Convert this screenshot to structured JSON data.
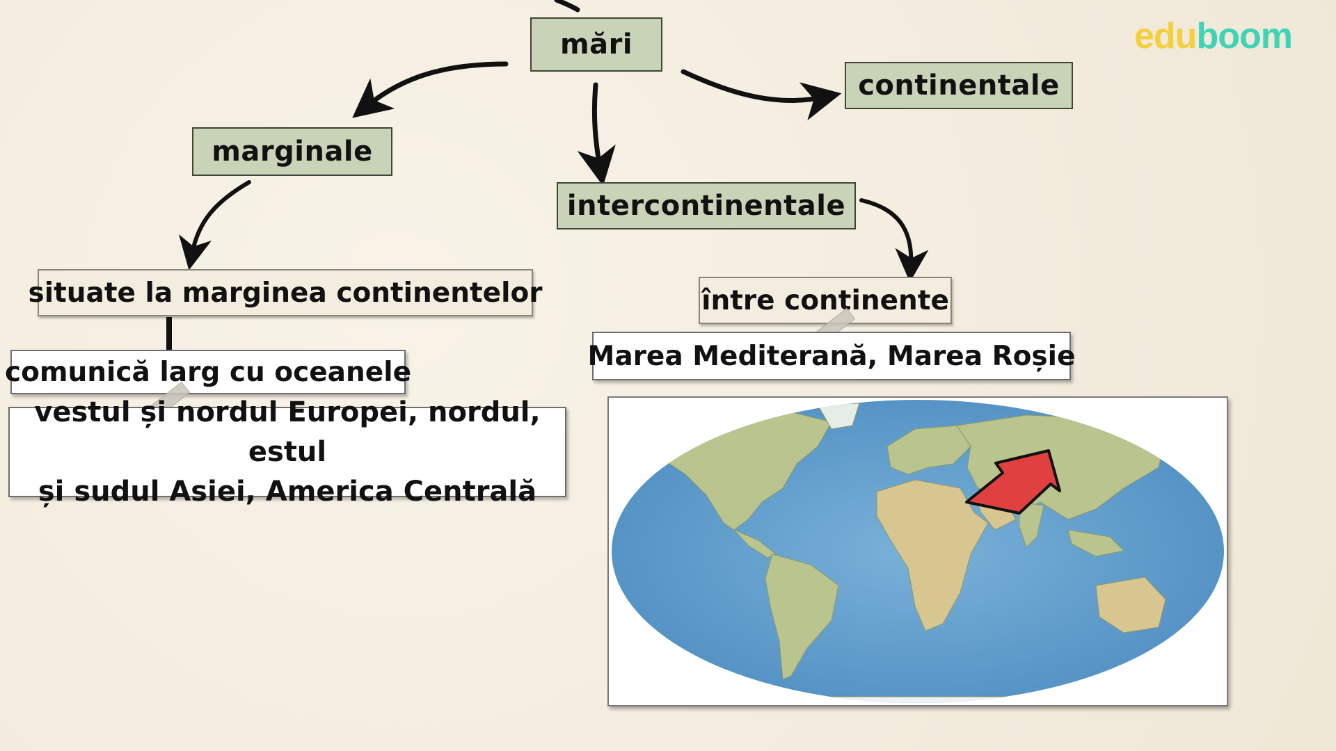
{
  "logo": {
    "part1": "edu",
    "part2": "boom"
  },
  "nodes": {
    "root": "mări",
    "marginale": "marginale",
    "continentale": "continentale",
    "intercontinentale": "intercontinentale",
    "situate": "situate la marginea continentelor",
    "comunica": "comunică larg cu oceanele",
    "exemple_marginale_line1": "vestul și nordul Europei, nordul, estul",
    "exemple_marginale_line2": "și sudul Asiei, America Centrală",
    "intre": "între continente",
    "exemple_intercontinentale": "Marea Mediterană, Marea Roșie"
  },
  "colors": {
    "green_box": "#c9d3b7",
    "arrow": "#111111",
    "pointer_arrow": "#e04040",
    "ocean": "#5f9ccb",
    "land": "#b9c48e"
  },
  "map": {
    "icon": "world-map",
    "pointer": "red-arrow-pointing-red-sea"
  }
}
